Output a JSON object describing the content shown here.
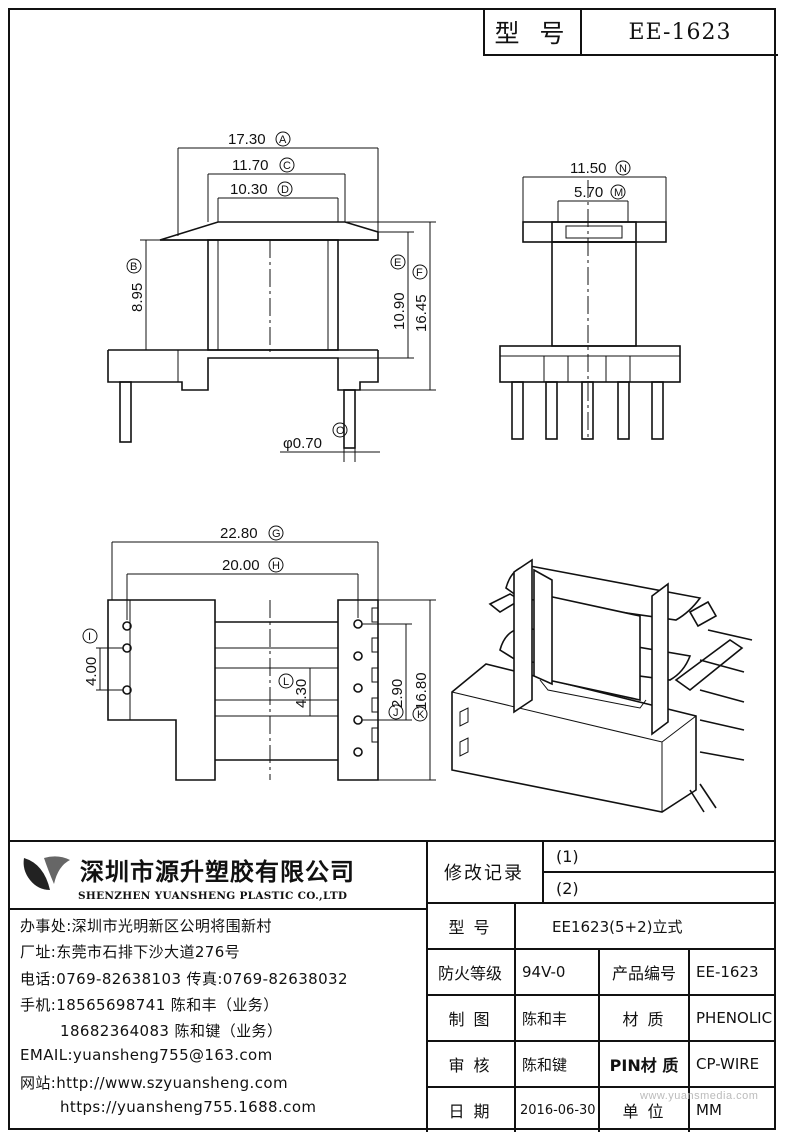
{
  "title_block": {
    "label": "型 号",
    "value": "EE-1623"
  },
  "dimensions": {
    "a": "17.30",
    "a_mark": "A",
    "b": "8.95",
    "b_mark": "B",
    "c": "11.70",
    "c_mark": "C",
    "d": "10.30",
    "d_mark": "D",
    "e": "10.90",
    "e_mark": "E",
    "f": "16.45",
    "f_mark": "F",
    "o": "φ0.70",
    "o_mark": "O",
    "n": "11.50",
    "n_mark": "N",
    "m": "5.70",
    "m_mark": "M",
    "g": "22.80",
    "g_mark": "G",
    "h": "20.00",
    "h_mark": "H",
    "i": "4.00",
    "i_mark": "I",
    "l": "4.30",
    "l_mark": "L",
    "j": "2.90",
    "j_mark": "J",
    "k": "16.80",
    "k_mark": "K"
  },
  "company": {
    "name_cn": "深圳市源升塑胶有限公司",
    "name_en": "SHENZHEN YUANSHENG PLASTIC CO.,LTD",
    "office": "办事处:深圳市光明新区公明将围新村",
    "factory": "厂址:东莞市石排下沙大道276号",
    "phone": "电话:0769-82638103 传真:0769-82638032",
    "mobile1": "手机:18565698741 陈和丰（业务）",
    "mobile2": "18682364083 陈和键（业务）",
    "email": "EMAIL:yuansheng755@163.com",
    "web1": "网站:http://www.szyuansheng.com",
    "web2": "https://yuansheng755.1688.com"
  },
  "spec": {
    "revision_label": "修改记录",
    "rev1": "(1)",
    "rev2": "(2)",
    "model_label": "型  号",
    "model_value": "EE1623(5+2)立式",
    "fire_label": "防火等级",
    "fire_value": "94V-0",
    "product_no_label": "产品编号",
    "product_no_value": "EE-1623",
    "drawn_label": "制  图",
    "drawn_value": "陈和丰",
    "material_label": "材  质",
    "material_value": "PHENOLIC",
    "check_label": "审  核",
    "check_value": "陈和键",
    "pin_label": "PIN材 质",
    "pin_value": "CP-WIRE",
    "date_label": "日  期",
    "date_value": "2016-06-30",
    "unit_label": "单  位",
    "unit_value": "MM"
  },
  "watermark": "www.yuansmedia.com"
}
